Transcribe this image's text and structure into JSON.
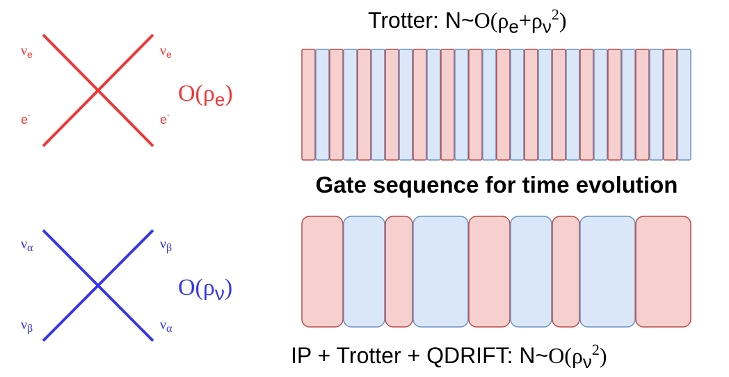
{
  "colors": {
    "electron_line": "#ef3535",
    "neutrino_line": "#3535ef",
    "red_block_fill": "#f6cfcf",
    "red_block_stroke": "#b84a4a",
    "blue_block_fill": "#dae7f8",
    "blue_block_stroke": "#6b8fc4",
    "text": "#000000"
  },
  "electron_vertex": {
    "top_left": "ν",
    "top_left_sub": "e",
    "top_right": "ν",
    "top_right_sub": "e",
    "bottom_left": "e",
    "bottom_left_sup": "-",
    "bottom_right": "e",
    "bottom_right_sup": "-",
    "order": "O(ρ",
    "order_sub": "e",
    "order_close": ")"
  },
  "neutrino_vertex": {
    "top_left": "ν",
    "top_left_sub": "α",
    "top_right": "ν",
    "top_right_sub": "β",
    "bottom_left": "ν",
    "bottom_left_sub": "β",
    "bottom_right": "ν",
    "bottom_right_sub": "α",
    "order": "O(ρ",
    "order_sub": "ν",
    "order_close": ")"
  },
  "trotter": {
    "label_prefix": "Trotter: N~",
    "label_o": "O(ρ",
    "label_sub_e": "e",
    "label_plus": "+ρ",
    "label_sub_nu": "ν",
    "label_sup": "2",
    "label_close": ")",
    "blocks": [
      "red",
      "blue",
      "red",
      "blue",
      "red",
      "blue",
      "red",
      "blue",
      "red",
      "blue",
      "red",
      "blue",
      "red",
      "blue",
      "red",
      "blue",
      "red",
      "blue",
      "red",
      "blue",
      "red",
      "blue",
      "red",
      "blue",
      "red",
      "blue",
      "red",
      "blue"
    ]
  },
  "center_title": "Gate sequence for time evolution",
  "ip_sequence": {
    "label_prefix": "IP + Trotter + QDRIFT: N~",
    "label_o": "O(ρ",
    "label_sub": "ν",
    "label_sup": "2",
    "label_close": ")",
    "blocks": [
      {
        "color": "red",
        "weight": 3
      },
      {
        "color": "blue",
        "weight": 3
      },
      {
        "color": "red",
        "weight": 2
      },
      {
        "color": "blue",
        "weight": 4
      },
      {
        "color": "red",
        "weight": 3
      },
      {
        "color": "blue",
        "weight": 3
      },
      {
        "color": "red",
        "weight": 2
      },
      {
        "color": "blue",
        "weight": 4
      },
      {
        "color": "red",
        "weight": 4
      }
    ]
  }
}
